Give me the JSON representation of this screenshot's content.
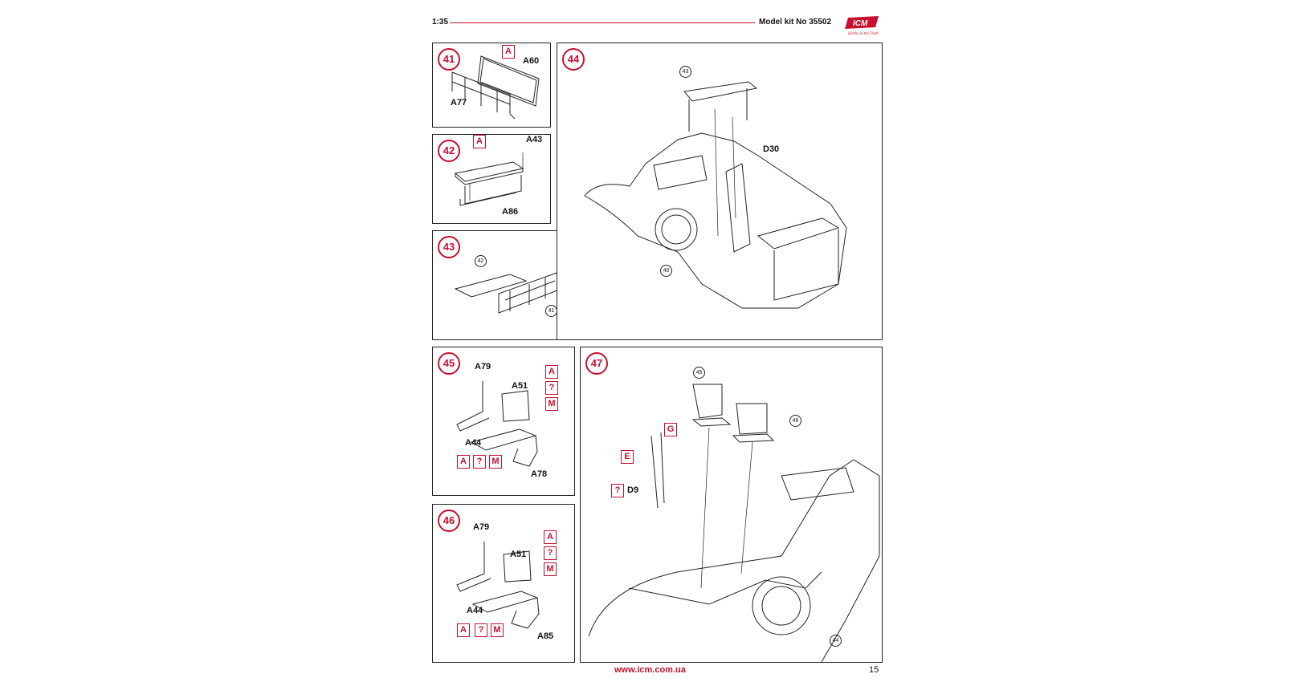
{
  "header": {
    "scale": "1:35",
    "model": "Model kit No 35502",
    "logo_text": "ICM",
    "logo_tagline": "Hobby in the Truth"
  },
  "footer": {
    "url": "www.icm.com.ua",
    "page_number": "15"
  },
  "colors": {
    "accent": "#c8102e",
    "line": "#222222"
  },
  "steps": {
    "s41": {
      "number": "41",
      "labels": [
        "A60",
        "A77"
      ],
      "paint": [
        "A"
      ]
    },
    "s42": {
      "number": "42",
      "labels": [
        "A43",
        "A86"
      ],
      "paint": [
        "A"
      ]
    },
    "s43": {
      "number": "43",
      "refs": [
        "42",
        "41"
      ]
    },
    "s44": {
      "number": "44",
      "labels": [
        "D30"
      ],
      "refs": [
        "43",
        "40"
      ]
    },
    "s45": {
      "number": "45",
      "labels": [
        "A79",
        "A51",
        "A44",
        "A78"
      ],
      "paint_right": [
        "A",
        "?",
        "M"
      ],
      "paint_bottom": [
        "A",
        "?",
        "M"
      ]
    },
    "s46": {
      "number": "46",
      "labels": [
        "A79",
        "A51",
        "A44",
        "A85"
      ],
      "paint_right": [
        "A",
        "?",
        "M"
      ],
      "paint_bottom": [
        "A",
        "?",
        "M"
      ]
    },
    "s47": {
      "number": "47",
      "labels": [
        "D9"
      ],
      "paint": [
        "G",
        "E",
        "?"
      ],
      "refs": [
        "45",
        "46",
        "44"
      ]
    }
  }
}
